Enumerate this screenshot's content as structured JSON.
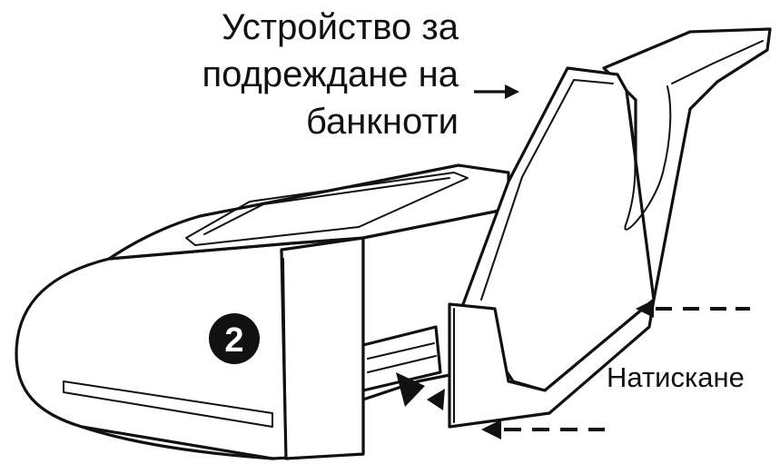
{
  "labels": {
    "stacker_line1": "Устройство за",
    "stacker_line2": "подреждане на",
    "stacker_line3": "банкноти",
    "press": "Натискане",
    "step_number": "2"
  },
  "icons": {
    "pointer": "arrow-right-icon",
    "push_direction": "dashed-arrow-left-icon",
    "insert_direction": "triangle-arrow-icon"
  },
  "colors": {
    "line": "#111111",
    "badge": "#111111",
    "background": "#ffffff"
  }
}
